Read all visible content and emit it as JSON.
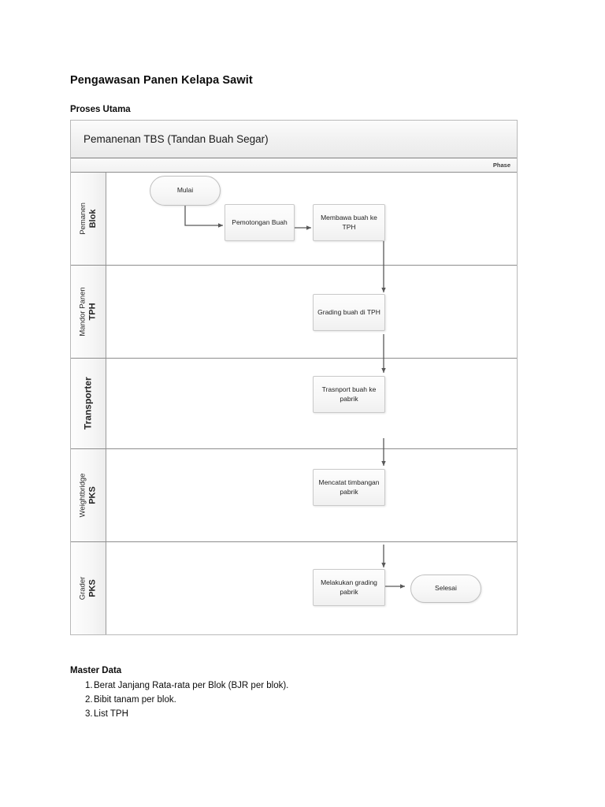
{
  "document": {
    "title": "Pengawasan Panen Kelapa Sawit",
    "sections": {
      "proses_utama_label": "Proses Utama",
      "master_data_label": "Master Data"
    }
  },
  "diagram": {
    "pool_title": "Pemanenan TBS (Tandan Buah Segar)",
    "phase_label": "Phase",
    "lanes": [
      {
        "line1": "Pemanen",
        "line2": "Blok",
        "single": false
      },
      {
        "line1": "Mandor Panen",
        "line2": "TPH",
        "single": false
      },
      {
        "line1": "Transporter",
        "line2": "",
        "single": true
      },
      {
        "line1": "Weightbridge",
        "line2": "PKS",
        "single": false
      },
      {
        "line1": "Grader",
        "line2": "PKS",
        "single": false
      }
    ],
    "nodes": {
      "start": {
        "label": "Mulai",
        "type": "event"
      },
      "pemotongan": {
        "label": "Pemotongan Buah",
        "type": "task"
      },
      "membawa": {
        "label": "Membawa buah ke TPH",
        "type": "task"
      },
      "grading_tph": {
        "label": "Grading buah di TPH",
        "type": "task"
      },
      "transport": {
        "label": "Trasnport buah ke pabrik",
        "type": "task"
      },
      "mencatat": {
        "label": "Mencatat timbangan pabrik",
        "type": "task"
      },
      "grading_pabrik": {
        "label": "Melakukan grading pabrik",
        "type": "task"
      },
      "end": {
        "label": "Selesai",
        "type": "event"
      }
    },
    "colors": {
      "pool_border": "#b9b9b9",
      "lane_divider": "#8d8d8d",
      "node_border": "#c9c9c9",
      "connector": "#595959",
      "header_fill": "#f1f1f1"
    }
  },
  "master_data": {
    "items": [
      {
        "num": "1.",
        "text": "Berat Janjang Rata-rata per Blok (BJR per blok)."
      },
      {
        "num": "2.",
        "text": "Bibit tanam per blok."
      },
      {
        "num": "3.",
        "text": "List TPH"
      }
    ]
  }
}
